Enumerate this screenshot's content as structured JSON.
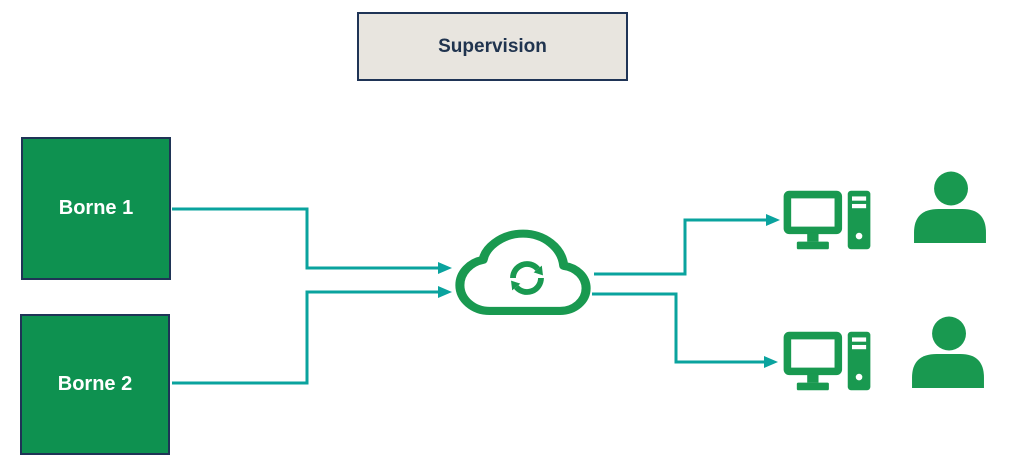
{
  "colors": {
    "background": "#ffffff",
    "node_green": "#0e9150",
    "icon_green": "#199950",
    "border_navy": "#1f3456",
    "connector_teal": "#0aa39e",
    "supervision_fill": "#e8e5df",
    "supervision_text": "#20344f",
    "node_text": "#ffffff"
  },
  "nodes": {
    "supervision": {
      "label": "Supervision"
    },
    "borne1": {
      "label": "Borne 1"
    },
    "borne2": {
      "label": "Borne 2"
    },
    "cloud": {
      "icon": "cloud-sync-icon"
    },
    "workstation1": {
      "icon": "desktop-computer-icon"
    },
    "workstation2": {
      "icon": "desktop-computer-icon"
    },
    "user1": {
      "icon": "person-icon"
    },
    "user2": {
      "icon": "person-icon"
    }
  },
  "connections": [
    {
      "from": "borne1",
      "to": "cloud"
    },
    {
      "from": "borne2",
      "to": "cloud"
    },
    {
      "from": "cloud",
      "to": "workstation1"
    },
    {
      "from": "cloud",
      "to": "workstation2"
    }
  ]
}
